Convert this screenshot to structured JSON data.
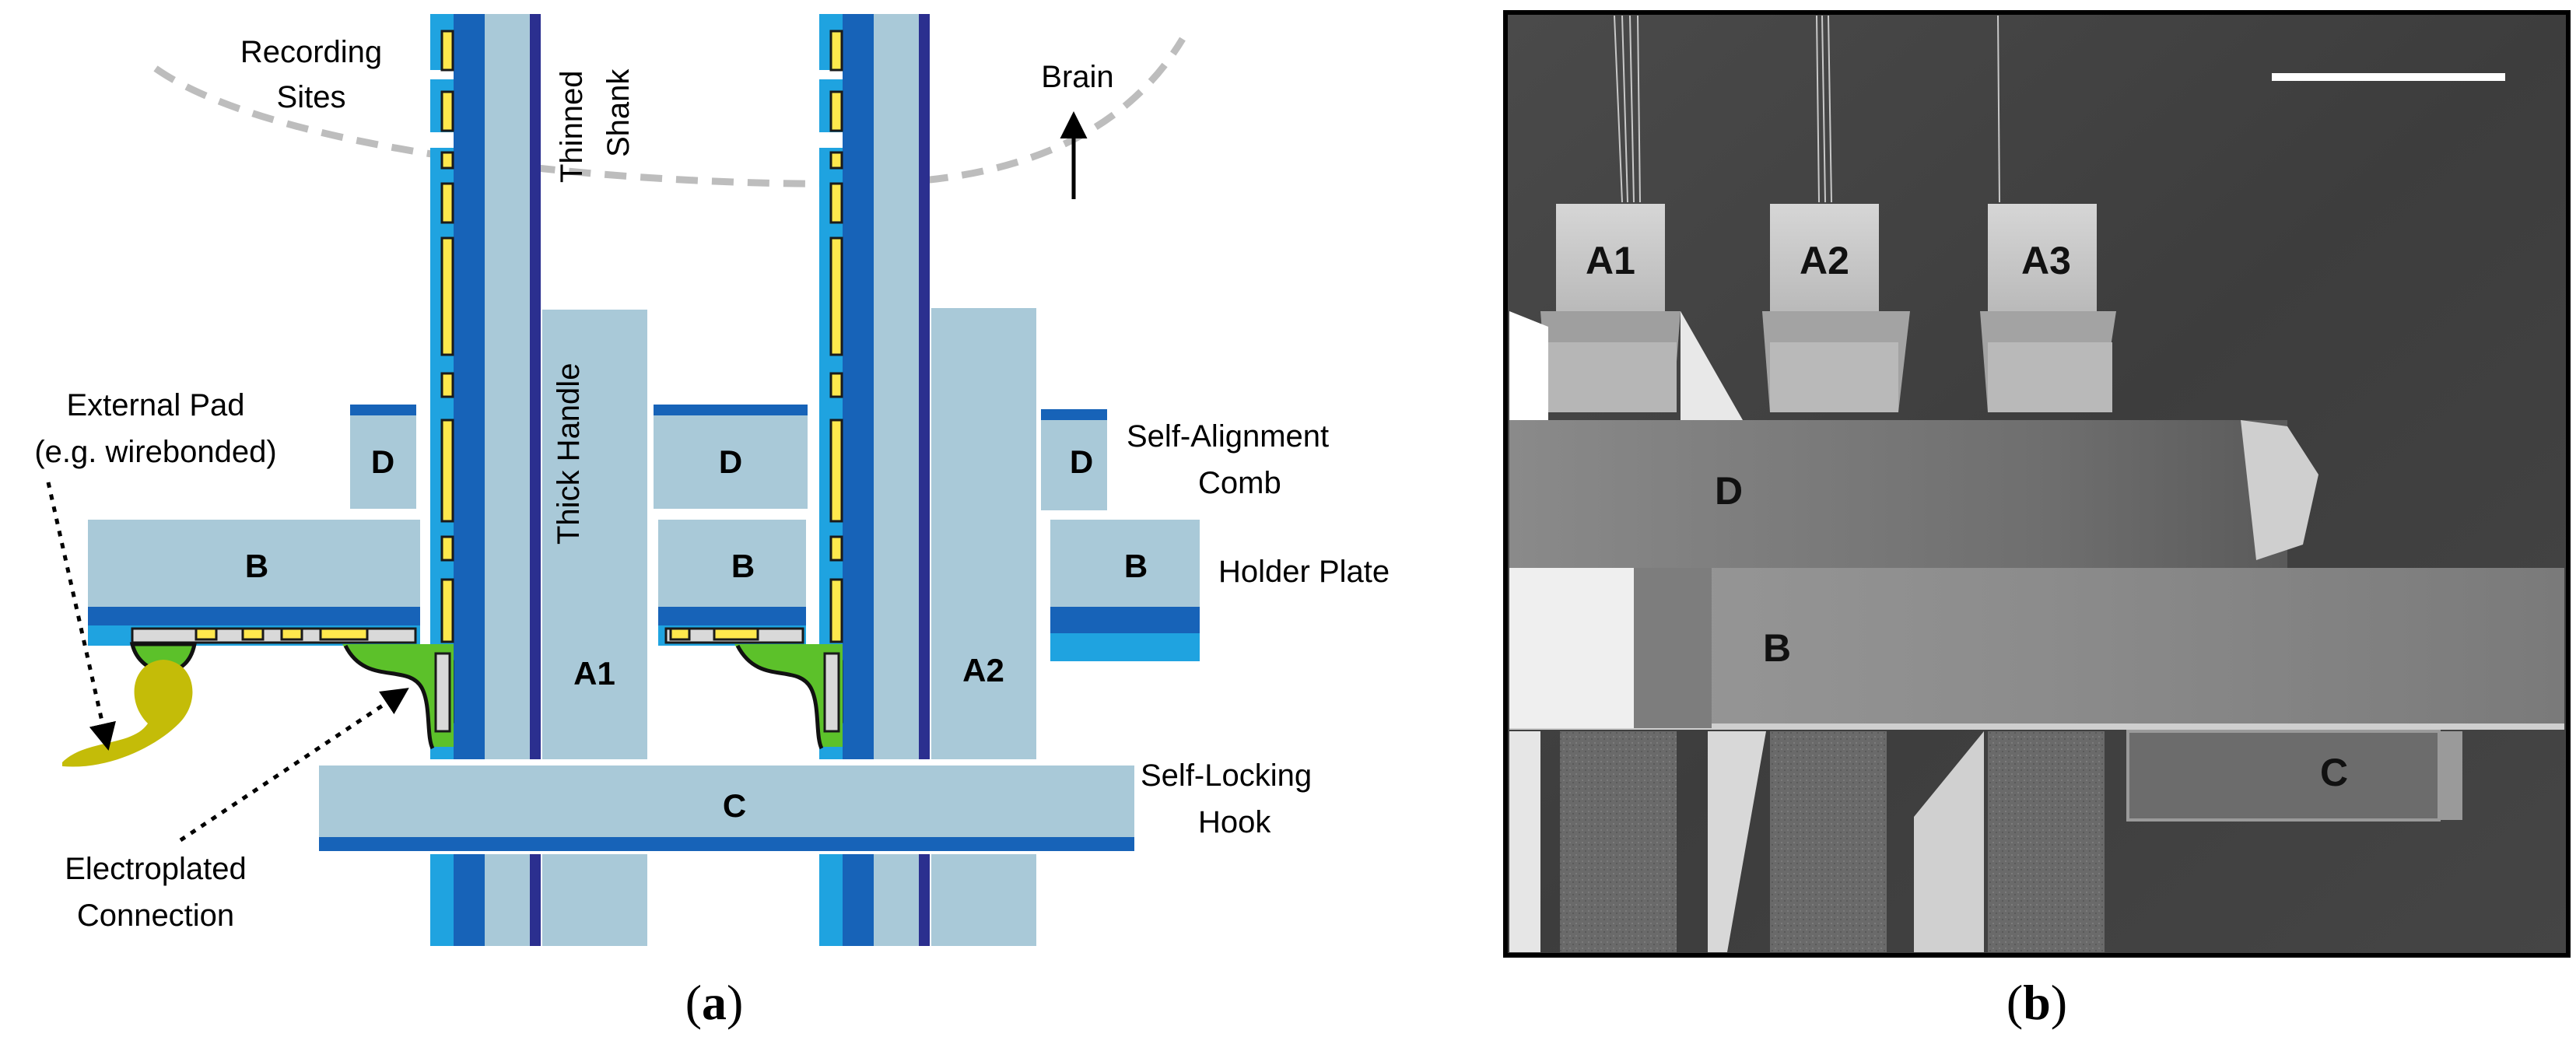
{
  "panel_a": {
    "labels": {
      "recording_sites": [
        "Recording",
        "Sites"
      ],
      "thinned_shank": [
        "Thinned",
        "Shank"
      ],
      "brain": "Brain",
      "external_pad": [
        "External Pad",
        "(e.g. wirebonded)"
      ],
      "thick_handle": "Thick Handle",
      "self_alignment_comb": [
        "Self-Alignment",
        "Comb"
      ],
      "holder_plate": "Holder Plate",
      "self_locking_hook": [
        "Self-Locking",
        "Hook"
      ],
      "electroplated_connection": [
        "Electroplated",
        "Connection"
      ]
    },
    "parts": {
      "d": "D",
      "b": "B",
      "c": "C",
      "a1": "A1",
      "a2": "A2"
    },
    "colors": {
      "light_part": "#a9c9d8",
      "silicon_blue": "#1fa3e0",
      "dark_blue": "#1763b8",
      "navy_line": "#2b2f8f",
      "recording_site": "#ffe84d",
      "electroplating": "#5cc12a",
      "external_pad": "#c4bc08",
      "brain_outline": "#bdbdbd"
    }
  },
  "panel_b": {
    "labels": {
      "a1": "A1",
      "a2": "A2",
      "a3": "A3",
      "d": "D",
      "b": "B",
      "c": "C"
    }
  },
  "captions": {
    "a": {
      "open": "(",
      "letter": "a",
      "close": ")"
    },
    "b": {
      "open": "(",
      "letter": "b",
      "close": ")"
    }
  }
}
